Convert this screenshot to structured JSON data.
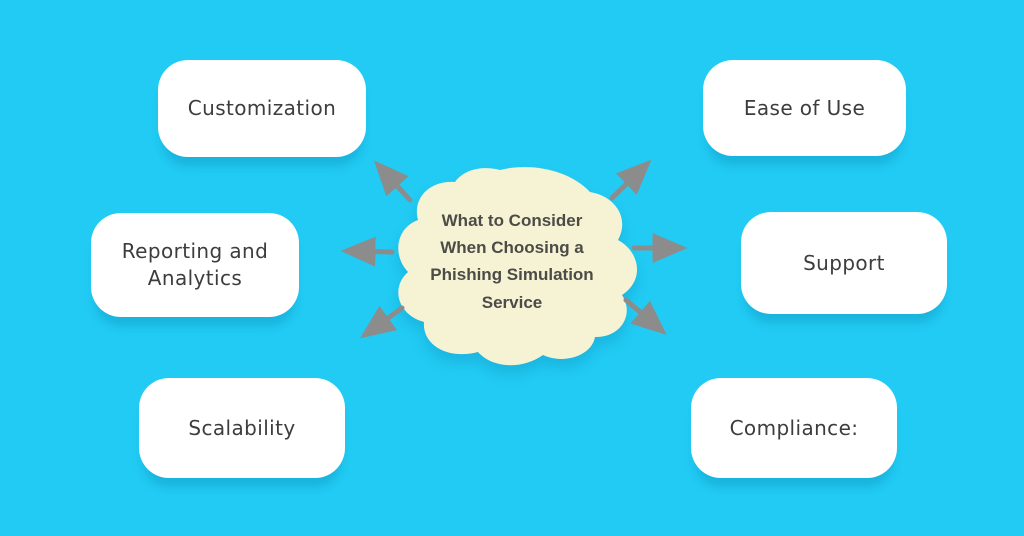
{
  "diagram": {
    "type": "mind-map",
    "background_color": "#21CBF3",
    "center": {
      "title": "What to Consider When Choosing a Phishing Simulation Service",
      "title_lines": [
        "What to Consider",
        "When Choosing a",
        "Phishing Simulation",
        "Service"
      ],
      "blob_color": "#F6F2D4",
      "text_color": "#4C4C47"
    },
    "nodes": [
      {
        "label": "Customization",
        "position": "top-left"
      },
      {
        "label": "Ease of Use",
        "position": "top-right"
      },
      {
        "label": "Reporting and Analytics",
        "position": "middle-left"
      },
      {
        "label": "Support",
        "position": "middle-right"
      },
      {
        "label": "Scalability",
        "position": "bottom-left"
      },
      {
        "label": "Compliance:",
        "position": "bottom-right"
      }
    ],
    "arrows": {
      "color": "#8C8C8C",
      "directions": [
        "up-left",
        "left",
        "down-left",
        "up-right",
        "right",
        "down-right"
      ]
    },
    "node_style": {
      "fill": "#FFFFFF",
      "text_color": "#3D3D3D"
    }
  }
}
